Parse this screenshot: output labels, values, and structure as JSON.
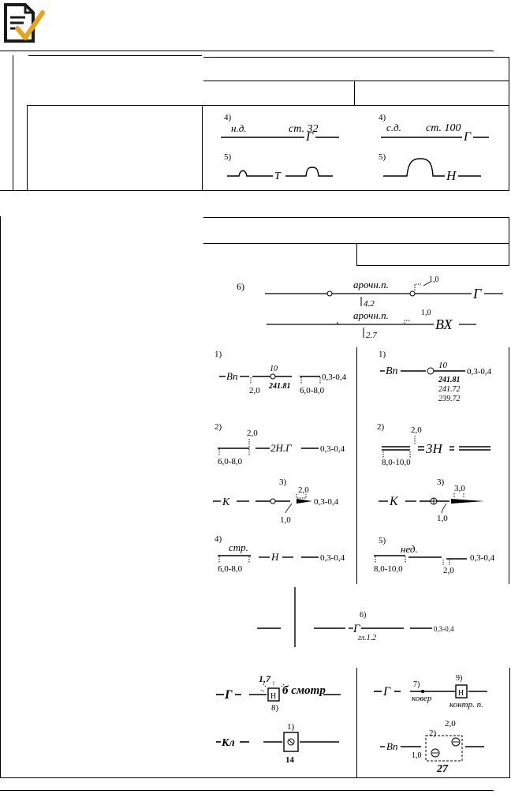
{
  "icon": {
    "name": "document-check-icon",
    "colors": {
      "doc": "#1a1a1a",
      "check": "#e8a317"
    }
  },
  "section1": {
    "top_right": [
      {
        "num": "4)",
        "left": "н.д.",
        "mid": "ст. 32",
        "right": "Г"
      },
      {
        "num": "4)",
        "left": "с.д.",
        "mid": "ст. 100",
        "right": "Г"
      }
    ],
    "bottom_right": [
      {
        "num": "5)",
        "label": "Т"
      },
      {
        "num": "5)",
        "label": "Н"
      }
    ]
  },
  "section2": {
    "block6": {
      "num": "6)",
      "line1": {
        "label": "арочн.п.",
        "dim": "1,0",
        "mark": "Г",
        "height": "4.2"
      },
      "line2": {
        "label": "арочн.п.",
        "dim": "1,0",
        "mark": "ВХ",
        "height": "2.7"
      }
    },
    "row1": [
      {
        "num": "1)",
        "mark": "Вп",
        "number": "10",
        "elev": "241.81",
        "d1": "2,0",
        "d2": "6,0-8,0",
        "d3": "0,3-0,4"
      },
      {
        "num": "1)",
        "mark": "Вп",
        "number": "10",
        "elev1": "241.81",
        "elev2": "241.72",
        "elev3": "239.72",
        "d3": "0,3-0,4"
      }
    ],
    "row2": [
      {
        "num": "2)",
        "d1": "2,0",
        "d2": "6,0-8,0",
        "mark": "2Н.Г",
        "d3": "0,3-0,4"
      },
      {
        "num": "2)",
        "d1": "2,0",
        "d2": "8,0-10,0",
        "mark": "3Н"
      }
    ],
    "row3": [
      {
        "num": "3)",
        "mark": "К",
        "d1": "2,0",
        "d2": "1,0",
        "d3": "0,3-0,4"
      },
      {
        "num": "3)",
        "mark": "К",
        "d1": "3,0",
        "d2": "1,0"
      }
    ],
    "row4": [
      {
        "num": "4)",
        "label": "стр.",
        "d1": "6,0-8,0",
        "mark": "Н",
        "d3": "0,3-0,4"
      },
      {
        "num": "5)",
        "label": "нед.",
        "d1": "8,0-10,0",
        "d2": "2,0",
        "d3": "0,3-0,4"
      }
    ],
    "row5": {
      "num": "6)",
      "mark": "Г",
      "sub": "гл.1.2",
      "d3": "0,3-0,4"
    },
    "row6": [
      {
        "mark": "Г",
        "dim": "1,7",
        "label": "б смотр",
        "num": "8)",
        "box": "Н"
      },
      {
        "mark": "Г",
        "num1": "7)",
        "label1": "ковер",
        "num2": "9)",
        "box": "Н",
        "label2": "контр. п."
      }
    ],
    "row7": [
      {
        "mark": "Кл",
        "num": "1)",
        "number": "14"
      },
      {
        "mark": "Вп",
        "num": "2)",
        "d1": "2,0",
        "d2": "1,0",
        "number": "27"
      }
    ]
  }
}
